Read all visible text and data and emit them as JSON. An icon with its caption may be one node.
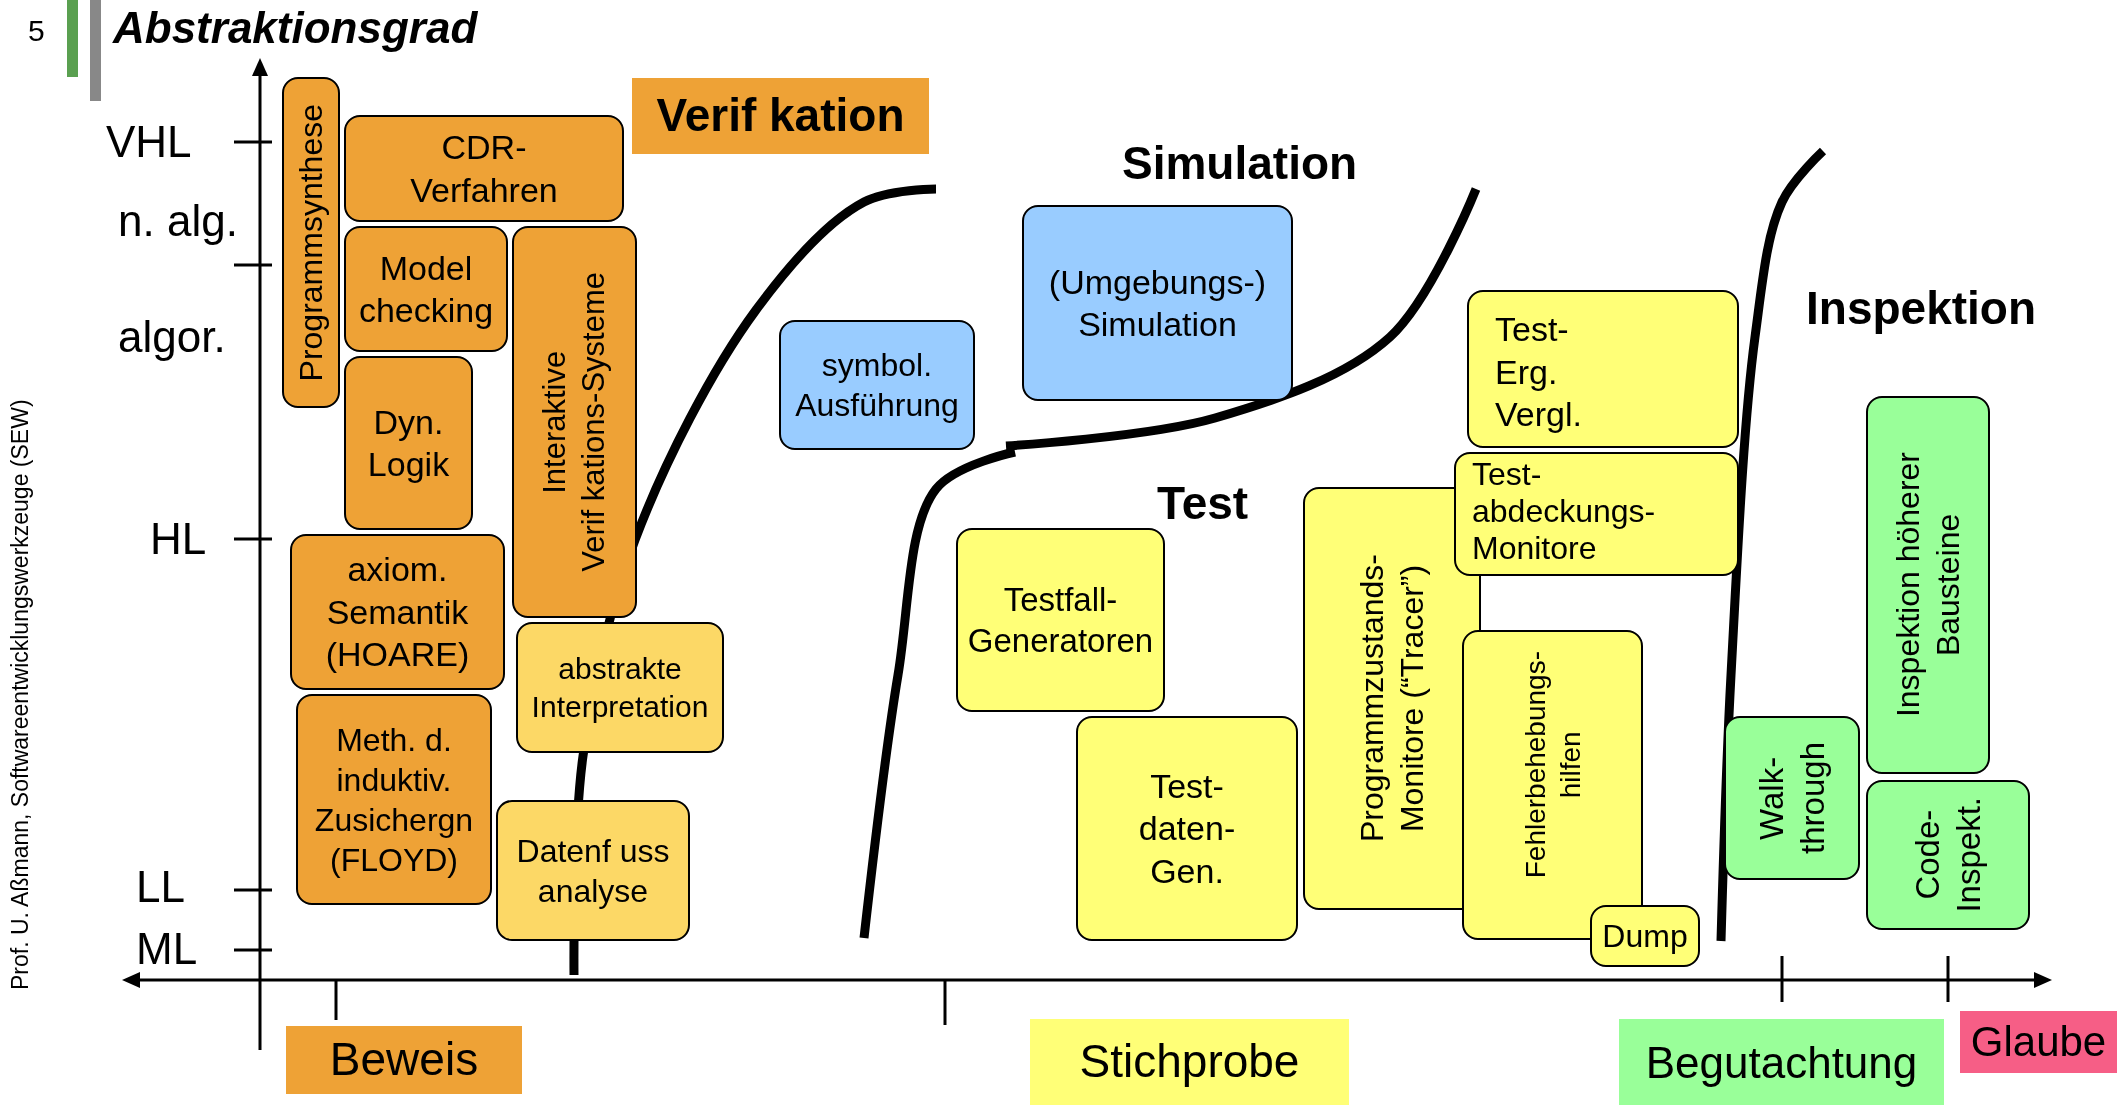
{
  "diagram": {
    "title": "Abstraktionsgrad",
    "nodes": [
      {
        "text": [
          "Verif kation"
        ]
      },
      {
        "text": [
          "Programmsynthese"
        ]
      },
      {
        "text": [
          "CDR- Verfahren"
        ]
      },
      {
        "text": [
          "Model checking"
        ]
      },
      {
        "text": [
          "Interaktive Verif kations-Systeme"
        ]
      },
      {
        "text": [
          "Dyn. Logik"
        ]
      },
      {
        "text": [
          "axiom. Semantik (HOARE)"
        ]
      },
      {
        "text": [
          "Meth. d. induktiv. Zusichergn (FLOYD)"
        ]
      },
      {
        "text": [
          "abstrakte Interpretation"
        ]
      },
      {
        "text": [
          "Datenf uss analyse"
        ]
      },
      {
        "text": [
          "symbol. Ausführung"
        ]
      },
      {
        "text": [
          "(Umgebungs-) Simulation"
        ]
      },
      {
        "text": [
          "Testfall- Generatoren"
        ]
      },
      {
        "text": [
          "Test- daten- Gen."
        ]
      },
      {
        "text": [
          "Programmzustands- Monitore (“Tracer”)"
        ]
      },
      {
        "text": [
          "Test- Erg. Vergl."
        ]
      },
      {
        "text": [
          "Test- abdeckungs- Monitore"
        ]
      },
      {
        "text": [
          "Fehlerbehebungs- hilfen"
        ]
      },
      {
        "text": [
          "Dump"
        ]
      },
      {
        "text": [
          "Walk- through"
        ]
      },
      {
        "text": [
          "Inspektion höherer Bausteine"
        ]
      },
      {
        "text": [
          "Code- Inspekt."
        ]
      },
      {
        "text": [
          "Beweis"
        ]
      },
      {
        "text": [
          "Stichprobe"
        ]
      },
      {
        "text": [
          "Begutachtung"
        ]
      },
      {
        "text": [
          "Glaube"
        ]
      }
    ],
    "labels": [
      "5",
      "Prof. U. Aßmann, Softwareentwicklungswerkzeuge (SEW)",
      "VHL",
      "n. alg.",
      "algor.",
      "HL",
      "LL",
      "ML",
      "Simulation",
      "Test",
      "Inspektion"
    ]
  }
}
